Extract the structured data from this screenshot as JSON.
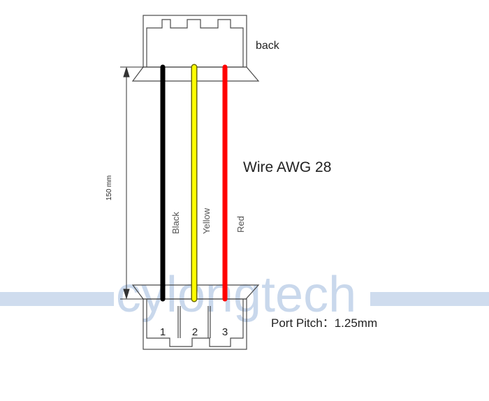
{
  "connector_top": {
    "label": "back"
  },
  "wire_spec": "Wire AWG 28",
  "length_label": "150 mm",
  "wires": [
    {
      "label": "Black",
      "color": "#000000"
    },
    {
      "label": "Yellow",
      "color": "#ffff00"
    },
    {
      "label": "Red",
      "color": "#ff0000"
    }
  ],
  "pins": [
    "1",
    "2",
    "3"
  ],
  "port_pitch": "Port Pitch：1.25mm",
  "watermark": "cylongtech",
  "colors": {
    "outline": "#4a4a4a",
    "text": "#222222",
    "watermark": "#b9cde6"
  }
}
